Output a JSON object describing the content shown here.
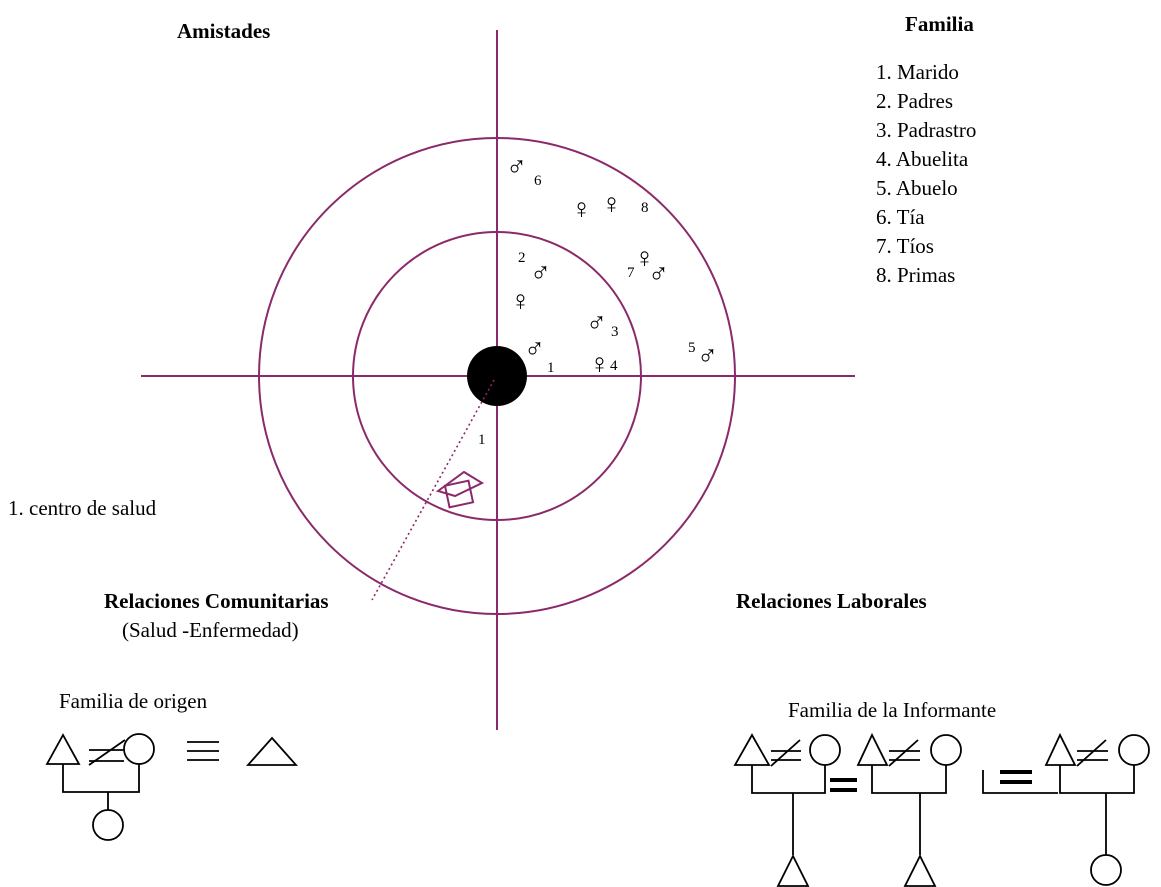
{
  "headings": {
    "amistades": "Amistades",
    "familia": "Familia",
    "relaciones_comunitarias": "Relaciones Comunitarias",
    "salud_enfermedad": "(Salud -Enfermedad)",
    "relaciones_laborales": "Relaciones Laborales"
  },
  "familia_list": [
    "1. Marido",
    "2. Padres",
    "3. Padrastro",
    "4. Abuelita",
    "5. Abuelo",
    "6. Tía",
    "7. Tíos",
    "8. Primas"
  ],
  "community_list": [
    "1. centro de salud"
  ],
  "family_diagrams": {
    "origen_label": "Familia de origen",
    "informante_label": "Familia  de la Informante"
  },
  "map_numbers": {
    "marido": "1",
    "padres": "2",
    "padrastro": "3",
    "abuelita": "4",
    "abuelo": "5",
    "tia": "6",
    "tios": "7",
    "primas": "8",
    "centro_salud": "1"
  },
  "symbols": {
    "male": "♂",
    "female": "♀"
  },
  "colors": {
    "circle_axis": "#8b2a6a",
    "ink": "#000000",
    "center": "#000000"
  }
}
